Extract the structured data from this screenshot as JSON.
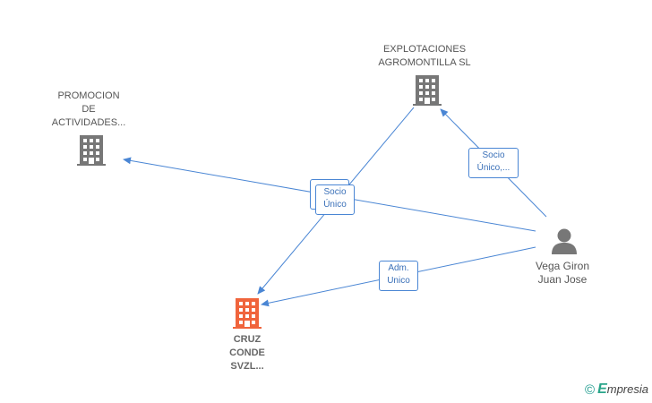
{
  "nodes": {
    "explotaciones": {
      "label": "EXPLOTACIONES\nAGROMONTILLA SL"
    },
    "promocion": {
      "label": "PROMOCION\nDE\nACTIVIDADES..."
    },
    "cruz": {
      "label": "CRUZ\nCONDE\nSVZL..."
    },
    "vega": {
      "label": "Vega Giron\nJuan Jose"
    }
  },
  "edges": {
    "socio_unico_multi": "Socio\nÚnico,...",
    "socio_unico": "Socio\nÚnico",
    "adm_unico": "Adm.\nUnico"
  },
  "colors": {
    "edge": "#4a86d4",
    "company": "#777777",
    "main_company": "#f0643c",
    "person": "#777777"
  },
  "icons": [
    "building-icon",
    "person-icon"
  ],
  "footer": {
    "copyright": "©",
    "brand_initial": "E",
    "brand_rest": "mpresia"
  }
}
